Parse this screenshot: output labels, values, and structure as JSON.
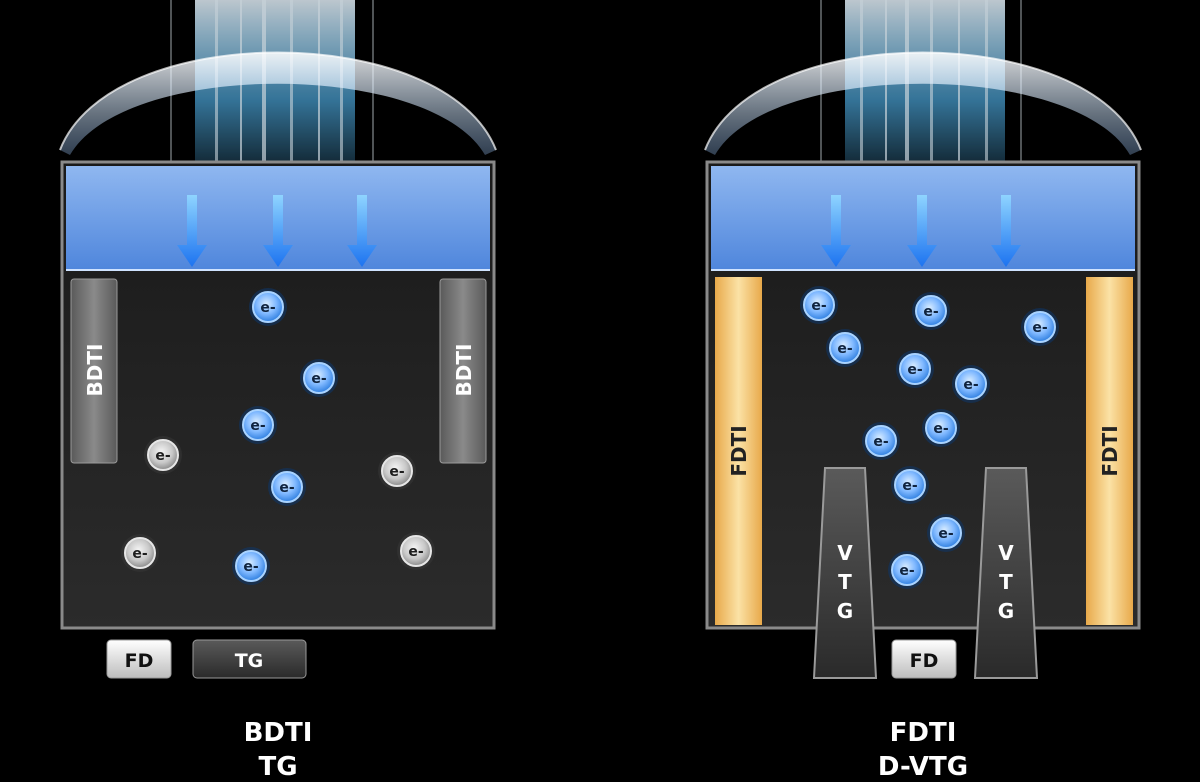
{
  "panels": [
    {
      "title": "BDTI",
      "subtitle": "TG",
      "isolation_label": "BDTI",
      "floating_diffusion_label": "FD",
      "transfer_gate_label": "TG",
      "electron_label": "e-",
      "colors": {
        "isolation": "#6e6e6e",
        "stored_electron": "#2f7fe0",
        "lost_electron": "#9a9a9a"
      }
    },
    {
      "title": "FDTI",
      "subtitle": "D-VTG",
      "isolation_label": "FDTI",
      "floating_diffusion_label": "FD",
      "vertical_gate_label": [
        "V",
        "T",
        "G"
      ],
      "electron_label": "e-",
      "colors": {
        "isolation": "#f1c070",
        "stored_electron": "#2f7fe0"
      }
    }
  ],
  "colors": {
    "background": "#000000",
    "light_region": "#5d8fe0",
    "arrow": "#2f86ff"
  }
}
